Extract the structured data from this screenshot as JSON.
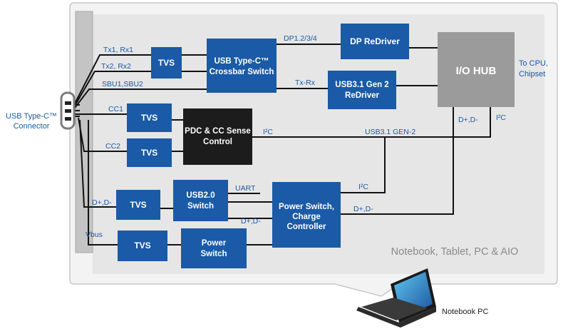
{
  "connector": {
    "label_line1": "USB Type-C™",
    "label_line2": "Connector"
  },
  "blocks": {
    "tvs1": "TVS",
    "crossbar_line1": "USB Type-C™",
    "crossbar_line2": "Crossbar Switch",
    "dp_redriver": "DP ReDriver",
    "usb31_redriver_line1": "USB3.1 Gen 2",
    "usb31_redriver_line2": "ReDriver",
    "io_hub": "I/O HUB",
    "tvs_cc1": "TVS",
    "pdc_line1": "PDC & CC Sense",
    "pdc_line2": "Control",
    "tvs_cc2": "TVS",
    "tvs_usb2": "TVS",
    "usb2_switch_line1": "USB2.0",
    "usb2_switch_line2": "Switch",
    "power_charge_line1": "Power Switch,",
    "power_charge_line2": "Charge",
    "power_charge_line3": "Controller",
    "tvs_vbus": "TVS",
    "power_switch_line1": "Power",
    "power_switch_line2": "Switch"
  },
  "signals": {
    "tx1rx1": "Tx1, Rx1",
    "tx2rx2": "Tx2, Rx2",
    "sbu": "SBU1,SBU2",
    "dp": "DP1.2/3/4",
    "txrx": "Tx-Rx",
    "cc1": "CC1",
    "cc2": "CC2",
    "i2c_pdc": "I²C",
    "usb31_gen2": "USB3.1 GEN-2",
    "dpdm_hub": "D+,D-",
    "i2c_hub": "I²C",
    "uart": "UART",
    "i2c_power": "I²C",
    "dpdm_tvs": "D+,D-",
    "dpdm_power_out": "D+,D-",
    "dpdm_power_in": "D+,D-",
    "vbus": "Vbus"
  },
  "to_cpu": {
    "line1": "To CPU,",
    "line2": "Chipset"
  },
  "platform_label": "Notebook, Tablet, PC & AIO",
  "notebook_label": "Notebook PC",
  "colors": {
    "block_blue": "#1a5aa6",
    "io_hub_gray": "#9b9b9b",
    "pdc_black": "#1c1c1c",
    "panel": "#ececec",
    "text_blue": "#1a5aa6"
  }
}
